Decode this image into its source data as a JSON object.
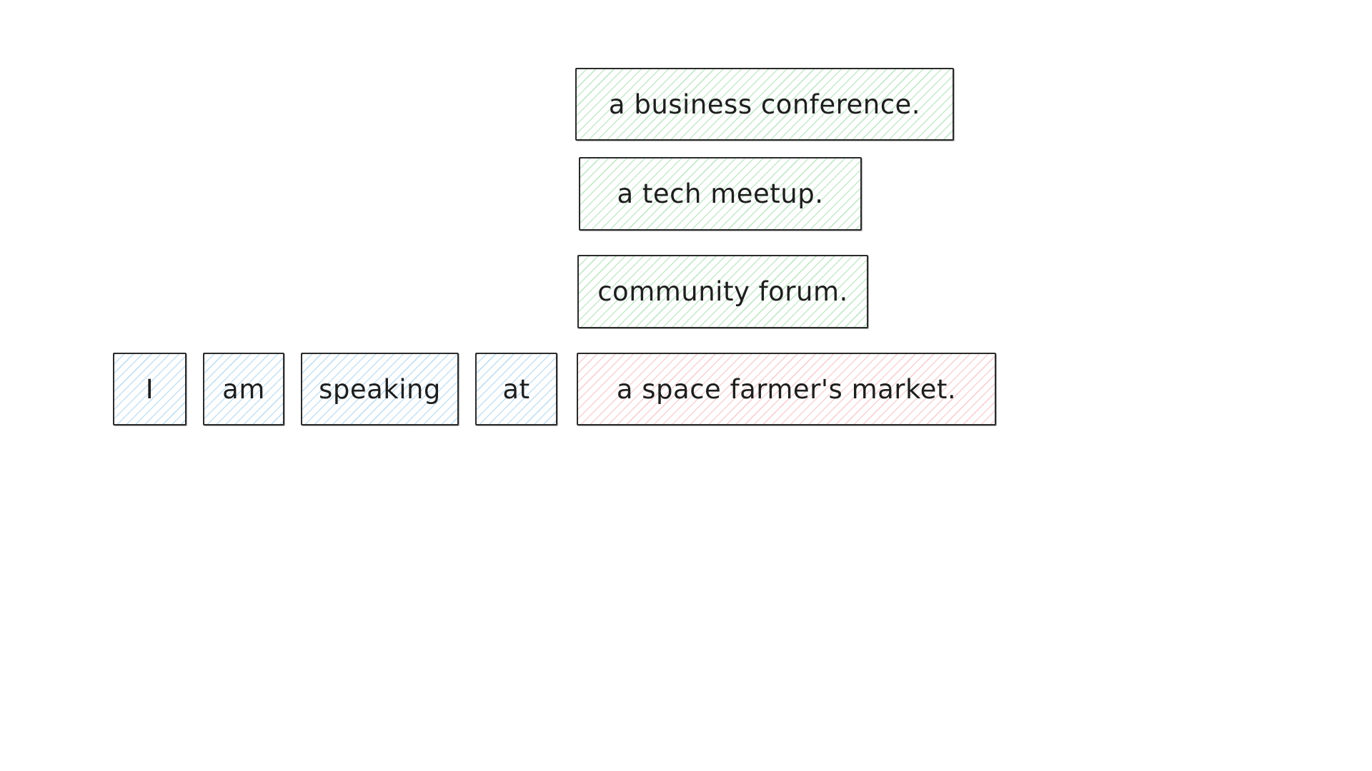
{
  "sentence": {
    "words": [
      "I",
      "am",
      "speaking",
      "at"
    ],
    "ending": "a space farmer's market."
  },
  "alternatives": [
    "a business conference.",
    "a tech meetup.",
    "community forum."
  ],
  "colors": {
    "word_fill": "#a5d8ff",
    "alternative_fill": "#b2f2bb",
    "selected_fill": "#ffc9c9",
    "stroke": "#1e1e1e"
  }
}
